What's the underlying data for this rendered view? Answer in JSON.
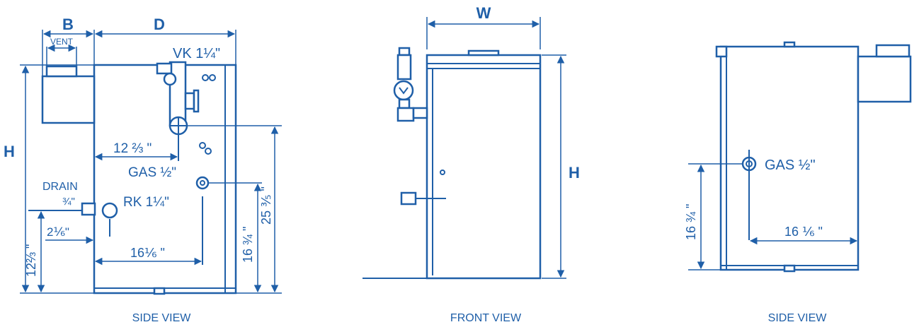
{
  "colors": {
    "line": "#1f5fa8",
    "background": "#ffffff"
  },
  "left_view": {
    "caption": "SIDE VIEW",
    "dim_b": "B",
    "dim_d": "D",
    "vent": "VENT",
    "h": "H",
    "vk": "VK 1¼\"",
    "gas": "GAS ½\"",
    "drain": "DRAIN",
    "drain_size": "¾\"",
    "rk": "RK 1¼\"",
    "dim_12_2_3_horizontal": "12 ⅔ \"",
    "dim_2_1_6": "2⅙\"",
    "dim_16_1_6": "16⅙ \"",
    "dim_12_2_3_vertical": "12⅔ \"",
    "dim_16_3_4": "16 ¾ \"",
    "dim_25_3_5": "25 ⅗ \""
  },
  "front_view": {
    "caption": "FRONT VIEW",
    "dim_w": "W",
    "h": "H"
  },
  "right_view": {
    "caption": "SIDE VIEW",
    "gas": "GAS ½\"",
    "dim_16_1_6": "16 ⅙ \"",
    "dim_16_3_4": "16 ¾ \""
  }
}
